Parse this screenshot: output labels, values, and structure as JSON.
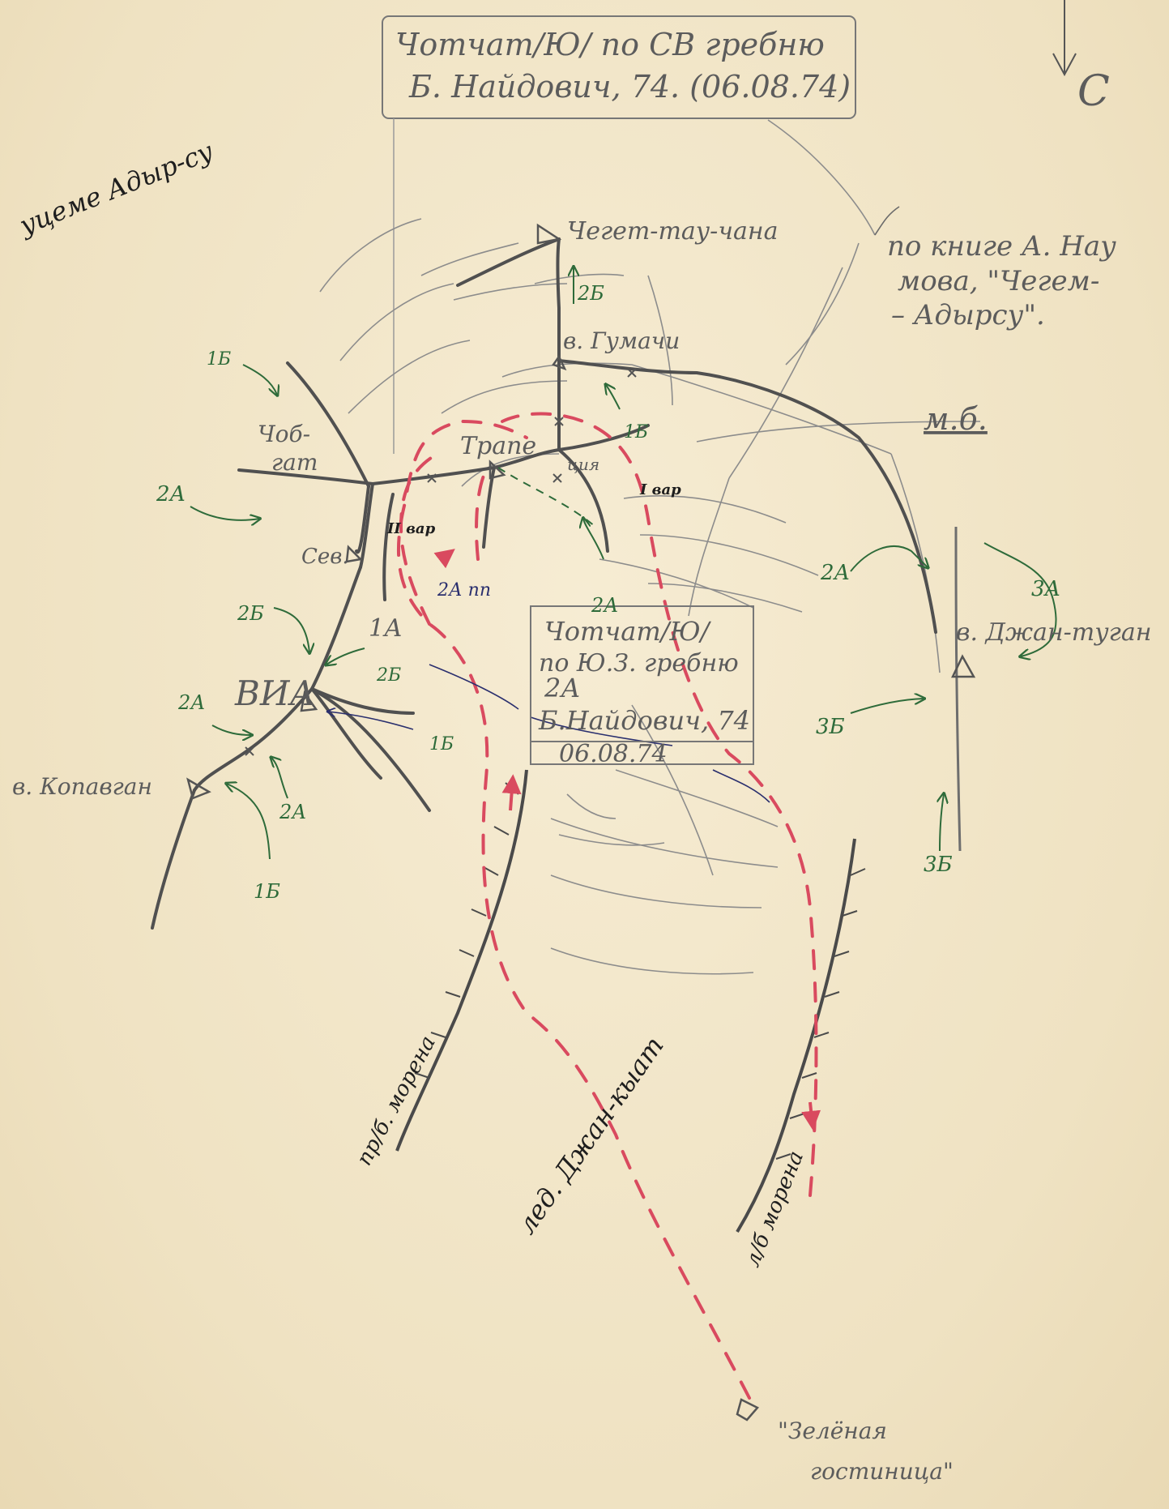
{
  "notes": {
    "box_ne_ridge_line1": "Чотчат/Ю/ по СВ гребню",
    "box_ne_ridge_line2": "Б. Найдович, 74. (06.08.74)",
    "north_mark": "С",
    "region": "уцеме Адыр-су",
    "book_ref_line1": "по книге А. Нау",
    "book_ref_line2": "мова, \"Чегем-",
    "book_ref_line3": "– Адырсу\".",
    "mb": "м.б.",
    "box_sw_ridge_line1": "Чотчат/Ю/",
    "box_sw_ridge_line2": "по Ю.З. гребню",
    "box_sw_ridge_line3": "2А",
    "box_sw_ridge_line4": "Б.Найдович, 74",
    "box_sw_ridge_line5": "06.08.74"
  },
  "peaks": {
    "cheget": "Чегет-тау-чана",
    "gumachi": "в. Гумачи",
    "chobgat_line1": "Чоб-",
    "chobgat_line2": "гат",
    "trapeziya_line1": "Трапе",
    "trapeziya_line2": "ция",
    "sev": "Сев.",
    "via": "ВИА",
    "kopavgan": "в. Копавган",
    "dzhan_tugan": "в. Джан-туган",
    "green_hotel_line1": "\"Зелёная",
    "green_hotel_line2": "гостиница\""
  },
  "glacier": {
    "name": "лед. Джан-кыат",
    "right_moraine": "пр/б. морена",
    "left_moraine": "л/б морена"
  },
  "routes": {
    "r_2b_cheget": "2Б",
    "r_1b_gumachi": "1Б",
    "r_1b_chobgat": "1Б",
    "r_2a_west": "2А",
    "r_var2": "II вар",
    "r_var1": "I вар",
    "r_2a_pp": "2А пп",
    "r_1a": "1А",
    "r_2a_trap": "2А",
    "r_2a_east": "2А",
    "r_3a": "3А",
    "r_2b_sev": "2Б",
    "r_2b_via": "2Б",
    "r_2a_via": "2А",
    "r_1b_via": "1Б",
    "r_2a_kop": "2А",
    "r_1b_kop": "1Б",
    "r_3b_dzhan": "3Б",
    "r_3b_dzhan2": "3Б"
  },
  "colors": {
    "paper": "#f2e6c9",
    "pencil": "#5c5c5c",
    "green_ink": "#2e6b3a",
    "blue_ink": "#2a2f6e",
    "red_route": "#d94a5f"
  }
}
